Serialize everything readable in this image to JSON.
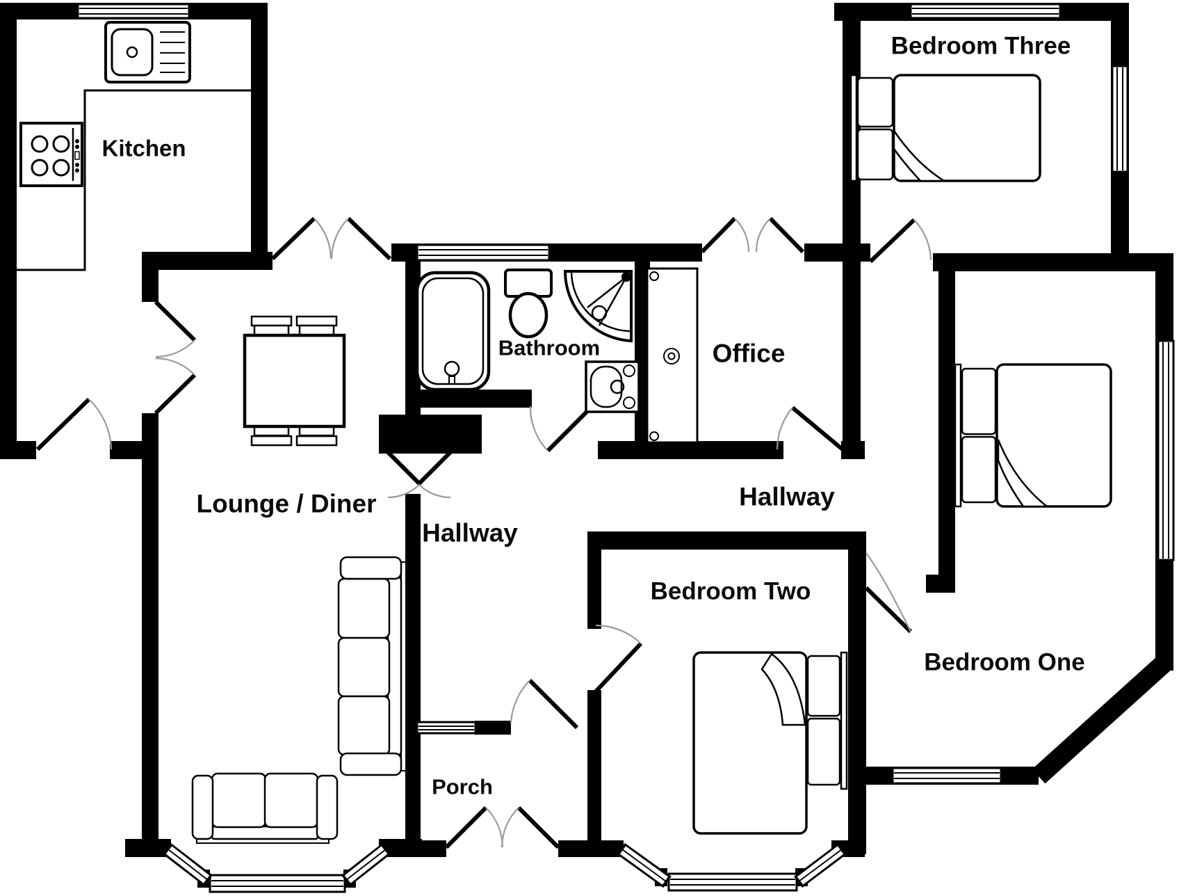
{
  "image_type": "residential floor plan",
  "rooms": {
    "kitchen": {
      "label": "Kitchen"
    },
    "lounge_diner": {
      "label": "Lounge / Diner"
    },
    "hallway_center": {
      "label": "Hallway"
    },
    "hallway_right": {
      "label": "Hallway"
    },
    "bathroom": {
      "label": "Bathroom"
    },
    "office": {
      "label": "Office"
    },
    "porch": {
      "label": "Porch"
    },
    "bedroom_one": {
      "label": "Bedroom One"
    },
    "bedroom_two": {
      "label": "Bedroom Two"
    },
    "bedroom_three": {
      "label": "Bedroom Three"
    }
  },
  "fixtures": [
    "kitchen-sink-with-drainer",
    "hob-four-burners",
    "kitchen-counter",
    "bathtub",
    "toilet",
    "corner-shower",
    "wash-basin",
    "office-desk-unit",
    "dining-table-four-chairs",
    "three-seat-sofa",
    "two-seat-sofa",
    "double-bed-bedroom-one",
    "double-bed-bedroom-two",
    "double-bed-bedroom-three"
  ],
  "colors": {
    "walls": "#000000",
    "background": "#ffffff",
    "door_arc": "#9a9a9a"
  }
}
